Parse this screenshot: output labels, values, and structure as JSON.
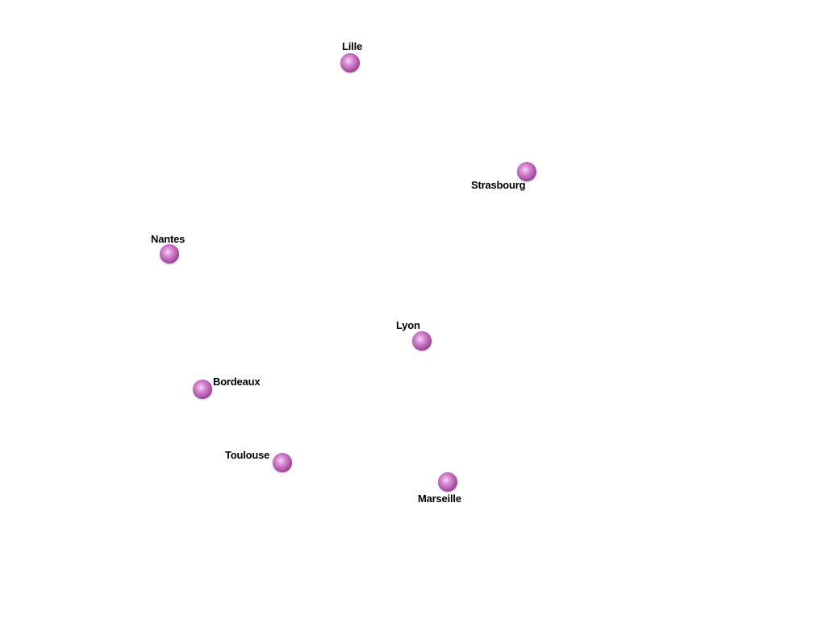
{
  "map": {
    "marker_color": "#9B3E96",
    "marker_highlight": "#F3D8F1",
    "label_color": "#000000",
    "cities": [
      {
        "name": "Lille"
      },
      {
        "name": "Strasbourg"
      },
      {
        "name": "Nantes"
      },
      {
        "name": "Lyon"
      },
      {
        "name": "Bordeaux"
      },
      {
        "name": "Toulouse"
      },
      {
        "name": "Marseille"
      }
    ]
  }
}
